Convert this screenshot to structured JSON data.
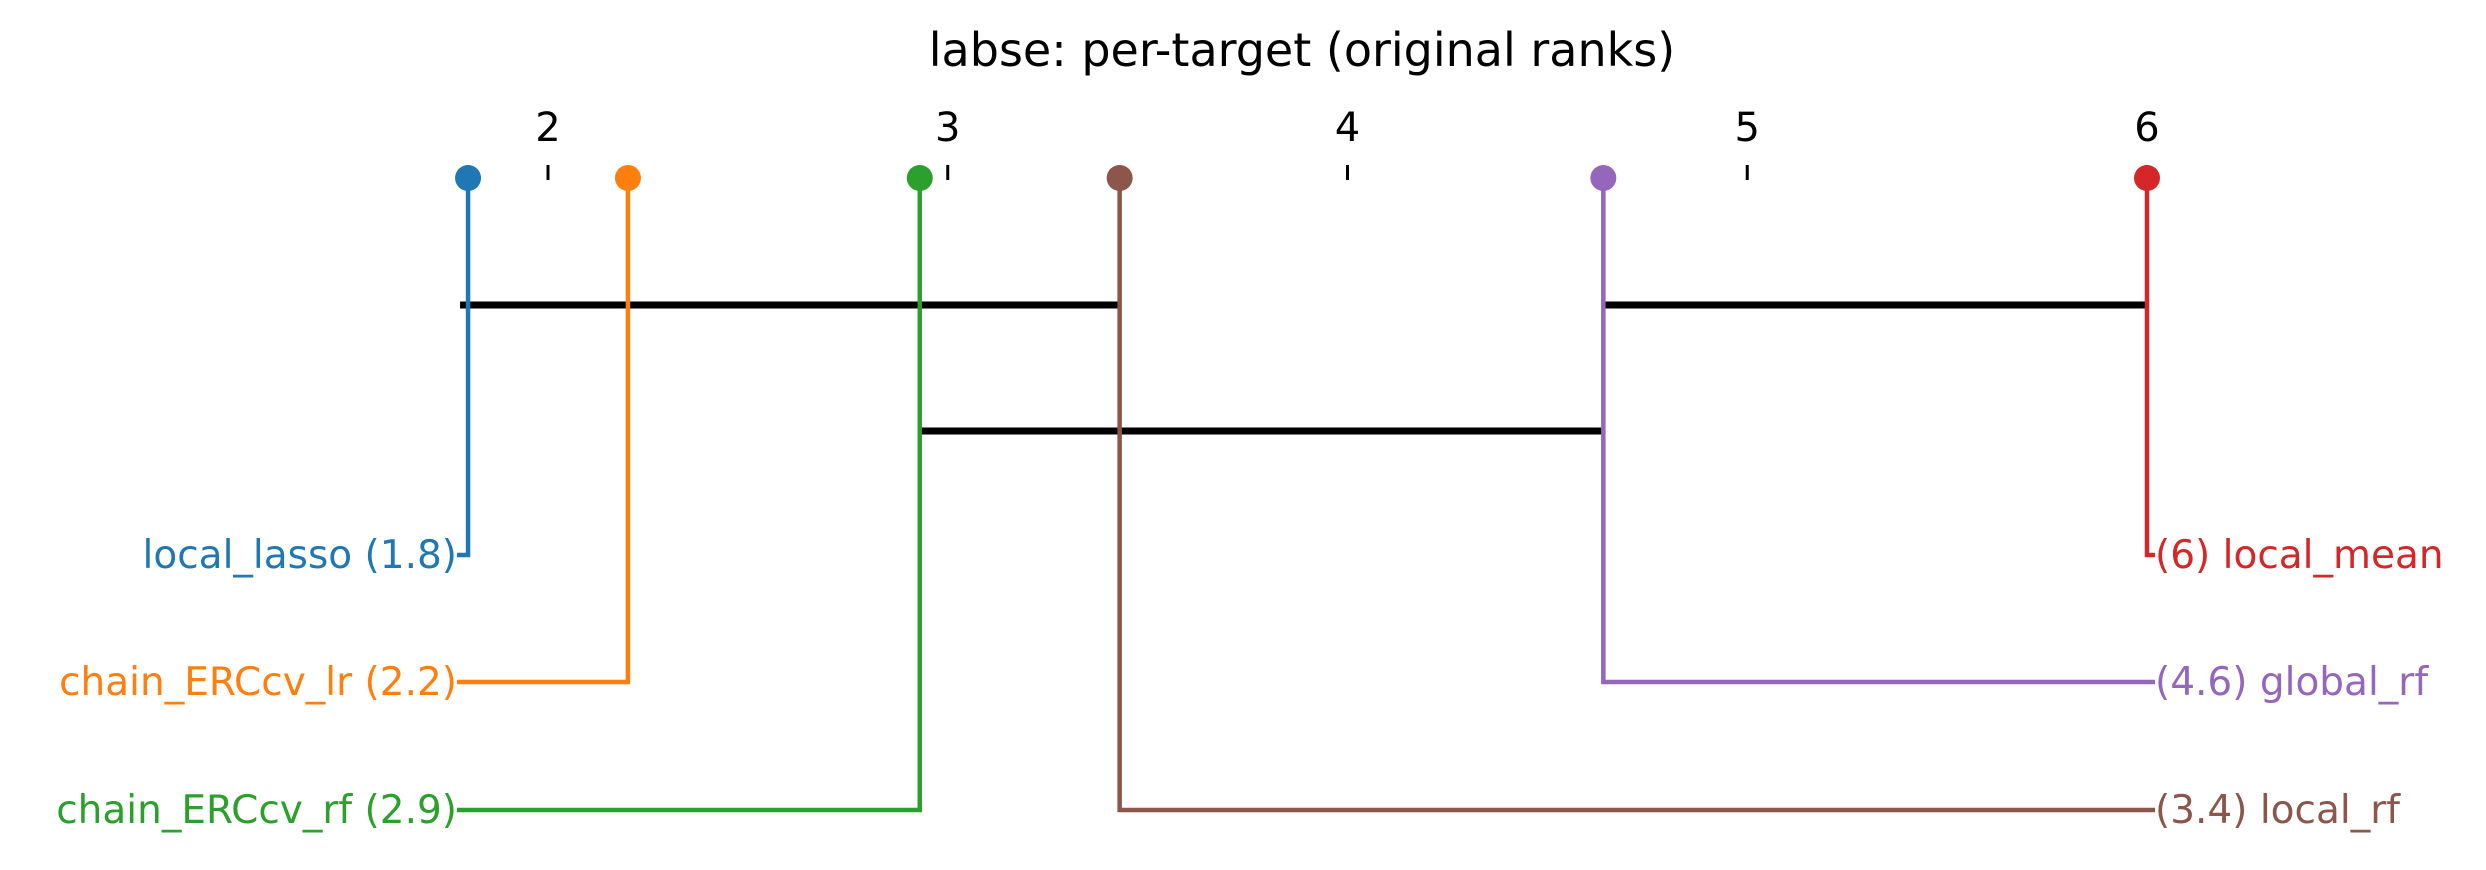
{
  "chart_data": {
    "type": "critical-difference",
    "title": "labse: per-target (original ranks)",
    "xlim": [
      1.8,
      6
    ],
    "ticks": [
      2,
      3,
      4,
      5,
      6
    ],
    "methods": [
      {
        "name": "local_lasso",
        "rank": 1.8,
        "rank_label": "1.8",
        "side": "left",
        "color": "#1f77b4"
      },
      {
        "name": "chain_ERCcv_lr",
        "rank": 2.2,
        "rank_label": "2.2",
        "side": "left",
        "color": "#ff7f0e"
      },
      {
        "name": "chain_ERCcv_rf",
        "rank": 2.93,
        "rank_label": "2.9",
        "side": "left",
        "color": "#2ca02c"
      },
      {
        "name": "local_rf",
        "rank": 3.43,
        "rank_label": "3.4",
        "side": "right",
        "color": "#8c564b"
      },
      {
        "name": "global_rf",
        "rank": 4.64,
        "rank_label": "4.6",
        "side": "right",
        "color": "#9467bd"
      },
      {
        "name": "local_mean",
        "rank": 6.0,
        "rank_label": "6",
        "side": "right",
        "color": "#d62728"
      }
    ],
    "cliques": [
      {
        "from": 1.78,
        "to": 3.43
      },
      {
        "from": 2.93,
        "to": 4.64
      },
      {
        "from": 4.64,
        "to": 6.0
      }
    ]
  }
}
